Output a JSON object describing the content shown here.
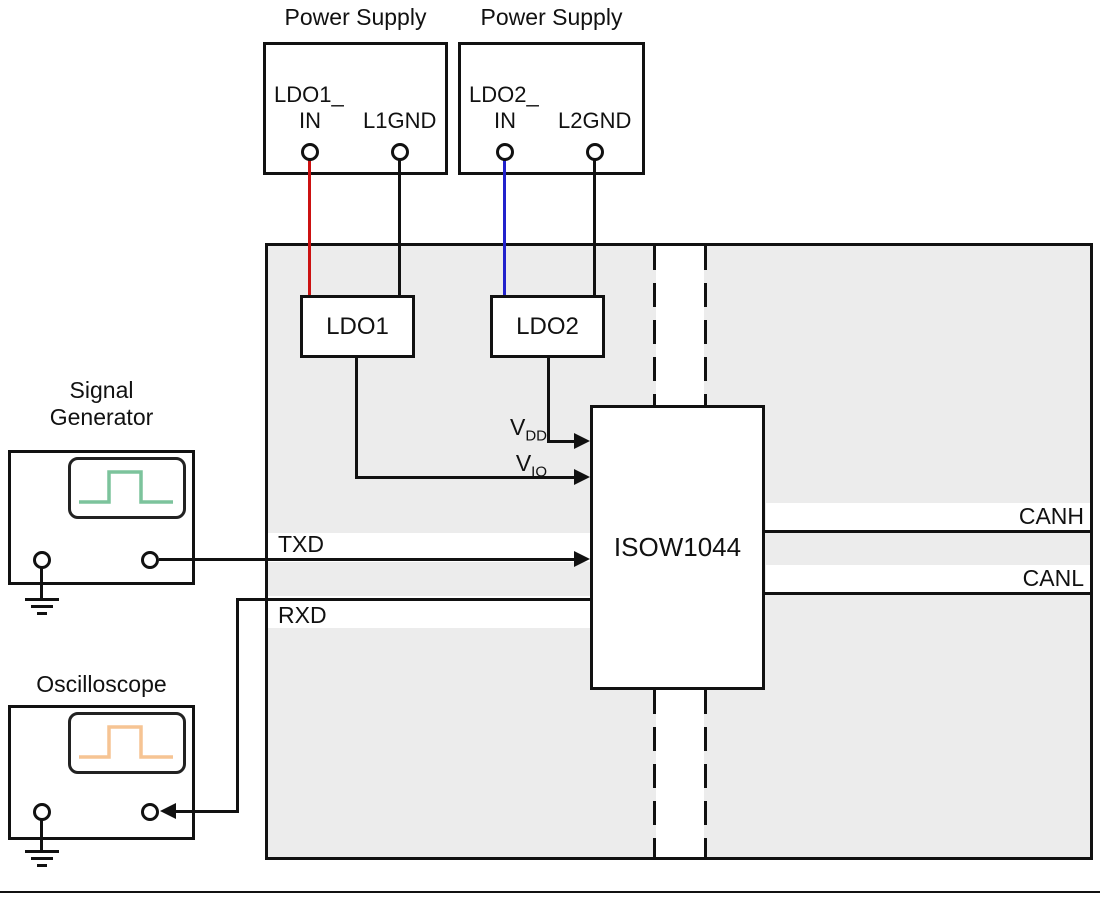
{
  "colors": {
    "line": "#111111",
    "board_gray": "#ececec",
    "wire_red": "#cc1111",
    "wire_blue": "#2222cc",
    "waveform_green": "#7cc39c",
    "waveform_orange": "#f6c493"
  },
  "power_supply_1": {
    "title": "Power Supply",
    "pin_in_line1": "LDO1_",
    "pin_in_line2": "IN",
    "pin_gnd": "L1GND"
  },
  "power_supply_2": {
    "title": "Power Supply",
    "pin_in_line1": "LDO2_",
    "pin_in_line2": "IN",
    "pin_gnd": "L2GND"
  },
  "signal_generator": {
    "title_line1": "Signal",
    "title_line2": "Generator"
  },
  "oscilloscope": {
    "title": "Oscilloscope"
  },
  "board": {
    "ldo1_label": "LDO1",
    "ldo2_label": "LDO2",
    "device_label": "ISOW1044",
    "vdd": {
      "main": "V",
      "sub": "DD"
    },
    "vio": {
      "main": "V",
      "sub": "IO"
    },
    "txd_label": "TXD",
    "rxd_label": "RXD",
    "canh_label": "CANH",
    "canl_label": "CANL"
  }
}
